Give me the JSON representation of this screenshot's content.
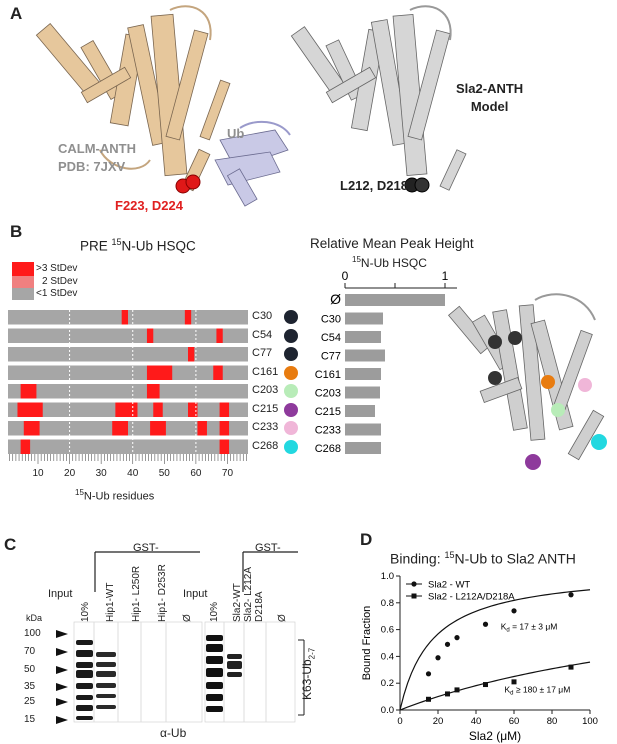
{
  "panel_a": {
    "letter": "A",
    "left_title": [
      "CALM-ANTH",
      "PDB: 7JXV"
    ],
    "ub_label": "Ub",
    "left_residues": "F223, D224",
    "right_title": [
      "Sla2-ANTH",
      "Model"
    ],
    "right_residues": "L212, D218",
    "colors": {
      "calm": "#e6c79c",
      "ub": "#c9c9e6",
      "sla2": "#d6d6d6",
      "red_sphere": "#e01818"
    }
  },
  "panel_b": {
    "letter": "B",
    "heatmap_title_pre": "PRE ",
    "heatmap_title_sup": "15",
    "heatmap_title_post": "N-Ub HSQC",
    "legend": [
      ">3 StDev",
      "2 StDev",
      "<1 StDev"
    ],
    "legend_colors": [
      "#ff1a1a",
      "#f08080",
      "#a6a6a6"
    ],
    "rows": [
      "C30",
      "C54",
      "C77",
      "C161",
      "C203",
      "C215",
      "C233",
      "C268"
    ],
    "row_colors": [
      "#1e2430",
      "#1e2430",
      "#1e2430",
      "#e87c10",
      "#b8ecb8",
      "#8e3a9c",
      "#f0b6d8",
      "#22d8e0"
    ],
    "x_ticks": [
      "10",
      "20",
      "30",
      "40",
      "50",
      "60",
      "70"
    ],
    "x_label_sup": "15",
    "x_label_post": "N-Ub  residues",
    "bar_title": "Relative Mean Peak Height",
    "bar_subtitle_sup": "15",
    "bar_subtitle_post": "N-Ub HSQC",
    "bar_ticks": [
      "0",
      "1"
    ],
    "bar_categories": [
      "Ø",
      "C30",
      "C54",
      "C77",
      "C161",
      "C203",
      "C215",
      "C233",
      "C268"
    ],
    "bar_values": [
      1.0,
      0.38,
      0.36,
      0.4,
      0.36,
      0.35,
      0.3,
      0.36,
      0.36
    ]
  },
  "panel_c": {
    "letter": "C",
    "left_header": "GST-",
    "left_lanes": [
      "10%",
      "Hip1-WT",
      "Hip1- L250R",
      "Hip1- D253R",
      "Ø"
    ],
    "input_label": "Input",
    "right_header": "GST-",
    "right_lanes": [
      "10%",
      "Sla2-WT",
      "Sla2- L212A\nD218A",
      "Ø"
    ],
    "kda_label": "kDa",
    "markers": [
      "100",
      "70",
      "50",
      "35",
      "25",
      "15"
    ],
    "antibody": "α-Ub",
    "bracket_label": "K63-Ub",
    "bracket_sub": "2-7"
  },
  "panel_d": {
    "letter": "D",
    "title_pre": "Binding: ",
    "title_sup": "15",
    "title_post": "N-Ub to Sla2 ANTH"
  },
  "chart_data": {
    "type": "scatter",
    "title": "Binding: 15N-Ub to Sla2 ANTH",
    "xlabel": "Sla2 (μM)",
    "ylabel": "Bound Fraction",
    "xlim": [
      0,
      100
    ],
    "ylim": [
      0,
      1.0
    ],
    "x_ticks": [
      "0",
      "20",
      "40",
      "60",
      "80",
      "100"
    ],
    "y_ticks": [
      "0.0",
      "0.2",
      "0.4",
      "0.6",
      "0.8",
      "1.0"
    ],
    "legend_position": "top-left",
    "series": [
      {
        "name": "Sla2 - WT",
        "marker": "circle",
        "x": [
          15,
          20,
          25,
          30,
          45,
          60,
          90
        ],
        "y": [
          0.27,
          0.39,
          0.49,
          0.54,
          0.64,
          0.74,
          0.86
        ],
        "kd_text": "K",
        "kd_sub": "d",
        "kd_value": " = 17 ± 3 μM"
      },
      {
        "name": "Sla2 - L212A/D218A",
        "marker": "square",
        "x": [
          15,
          25,
          30,
          45,
          60,
          90
        ],
        "y": [
          0.08,
          0.12,
          0.15,
          0.19,
          0.21,
          0.32
        ],
        "kd_text": "K",
        "kd_sub": "d",
        "kd_value": " ≥ 180 ± 17 μM"
      }
    ]
  }
}
